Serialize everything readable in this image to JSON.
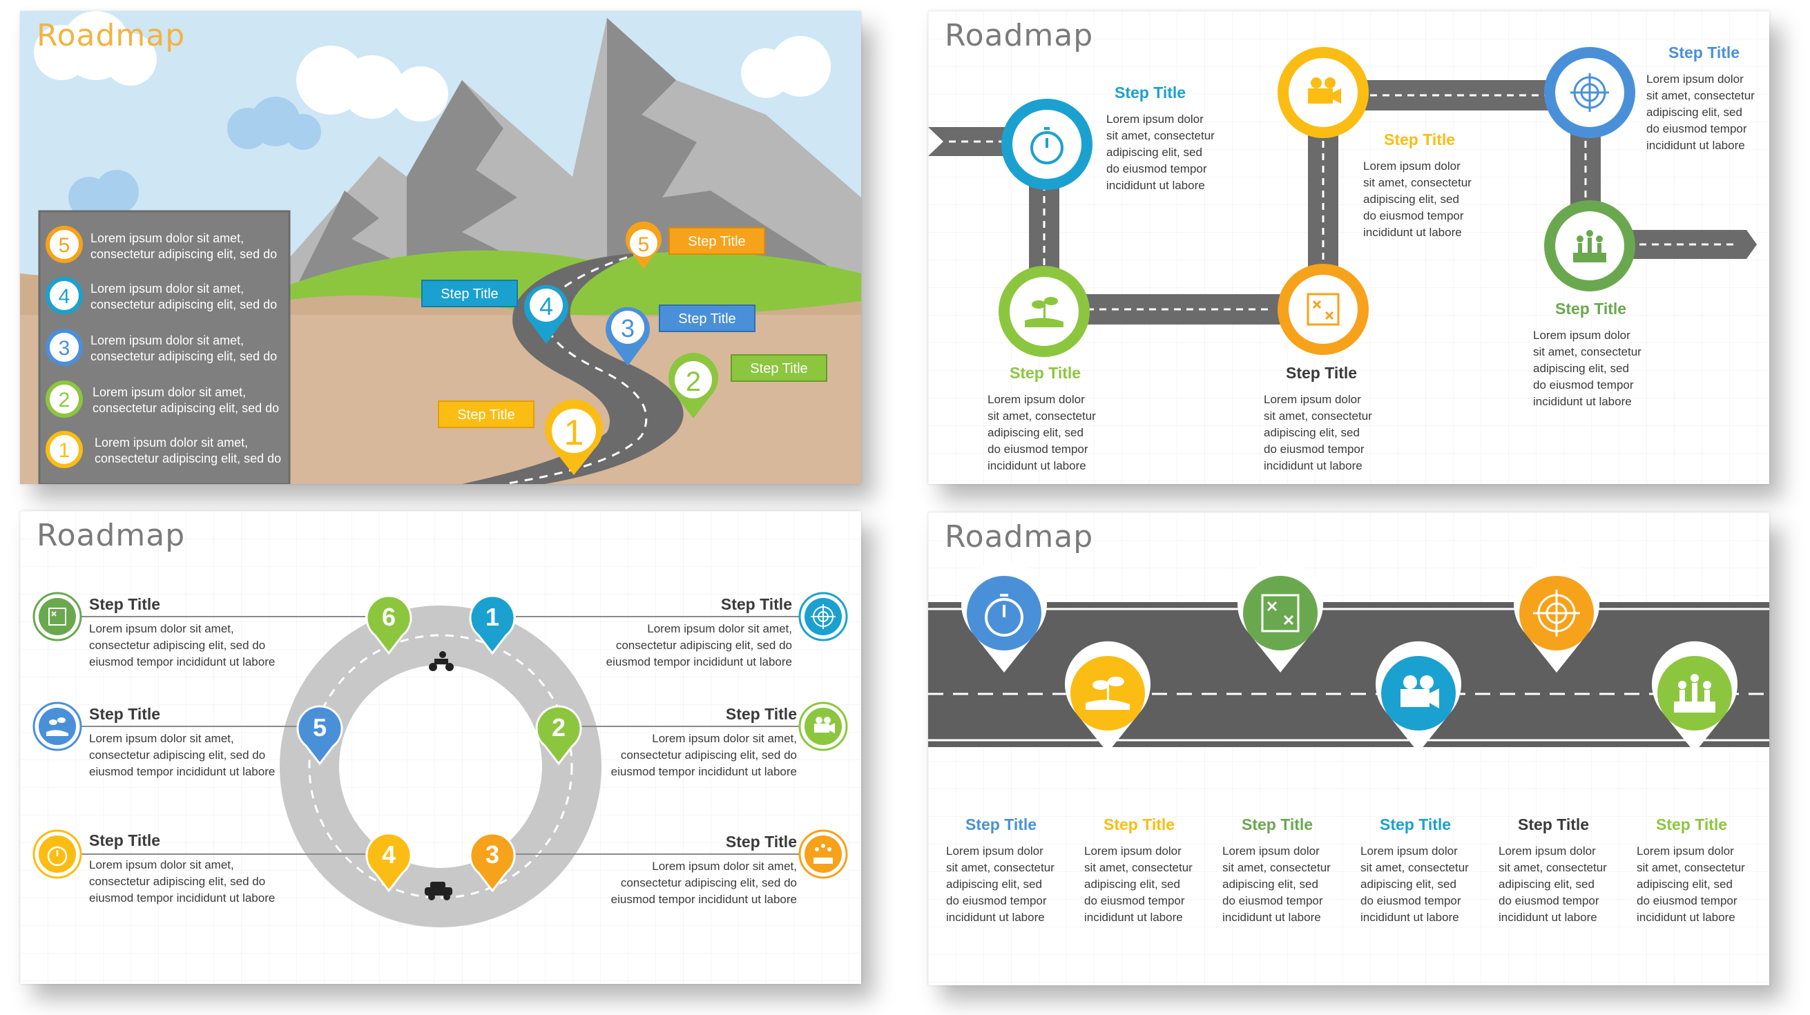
{
  "slide_title": "Roadmap",
  "step_title": "Step Title",
  "lorem_short_1": "Lorem ipsum dolor sit amet,",
  "lorem_short_2": "consectetur adipiscing elit, sed do",
  "lorem_short_3": "eiusmod tempor incididunt ut labore",
  "lorem_col": [
    "Lorem ipsum dolor",
    "sit amet, consectetur",
    "adipiscing elit, sed",
    "do eiusmod tempor",
    "incididunt ut labore"
  ],
  "numbers": [
    "1",
    "2",
    "3",
    "4",
    "5",
    "6"
  ],
  "colors": {
    "orange": "#f7a21b",
    "yellow": "#fbbd13",
    "green": "#8cc63f",
    "dark_green": "#6aa84f",
    "blue": "#1ba1cf",
    "steel_blue": "#4a90d9",
    "road": "#6b6b6b",
    "mountain": "#a9a9a9"
  },
  "icons": [
    "stopwatch-icon",
    "hand-plant-icon",
    "video-camera-icon",
    "strategy-board-icon",
    "target-icon",
    "podium-icon",
    "motorcycle-icon",
    "car-icon"
  ]
}
